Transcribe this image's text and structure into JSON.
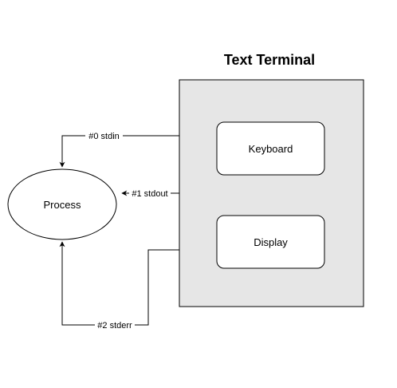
{
  "diagram": {
    "title": "Text Terminal",
    "process_label": "Process",
    "keyboard_label": "Keyboard",
    "display_label": "Display",
    "edges": {
      "stdin": "#0 stdin",
      "stdout": "#1 stdout",
      "stderr": "#2 stderr"
    }
  },
  "colors": {
    "terminal_fill": "#e6e6e6",
    "stroke": "#000000",
    "node_fill": "#ffffff"
  }
}
